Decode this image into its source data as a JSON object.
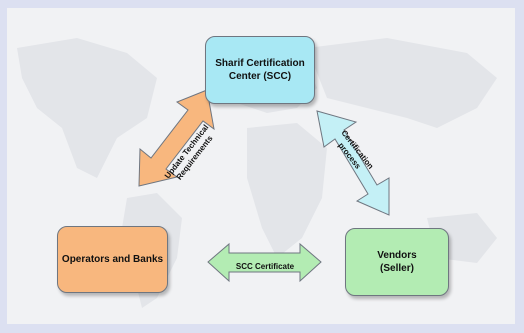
{
  "nodes": {
    "scc": "Sharif Certification\nCenter (SCC)",
    "operators": "Operators and Banks",
    "vendors": "Vendors\n(Seller)"
  },
  "arrows": {
    "update": "Update Technical\nRequirements",
    "certification": "Certification\nprocess",
    "certificate": "SCC Certificate"
  },
  "colors": {
    "scc_fill": "#a8e8f4",
    "operators_fill": "#f8b77e",
    "vendors_fill": "#b3ecb3",
    "arrow_orange": "#f8b77e",
    "arrow_blue": "#c4f0f6",
    "arrow_green": "#b3ecb3"
  }
}
